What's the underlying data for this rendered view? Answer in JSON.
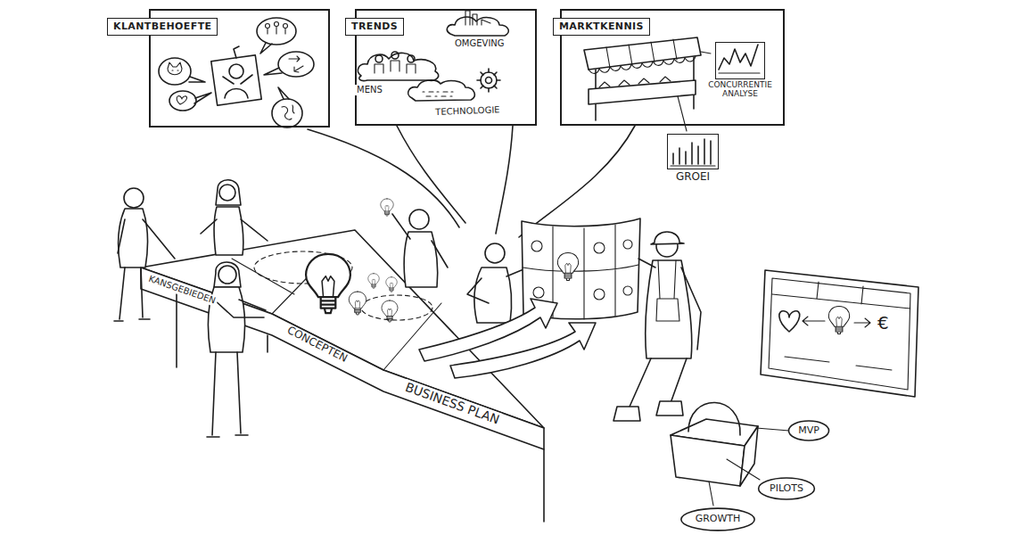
{
  "diagram": {
    "nodes": [
      {
        "text": [
          "KLANTBEHOEFTE"
        ]
      },
      {
        "text": [
          "TRENDS"
        ]
      },
      {
        "text": [
          "MARKTKENNIS"
        ]
      },
      {
        "text": [
          "CONCURRENTIE ANALYSE"
        ],
        "in": 2
      },
      {
        "text": [
          "GROEI"
        ]
      },
      {
        "text": [
          "MVP"
        ]
      },
      {
        "text": [
          "PILOTS"
        ]
      },
      {
        "text": [
          "GROWTH"
        ]
      }
    ],
    "labels": [
      "OMGEVING",
      "MENS",
      "TECHNOLOGIE",
      "KANSGEBIEDEN",
      "€",
      "CONCEPTEN",
      "BUSINESS PLAN"
    ]
  }
}
